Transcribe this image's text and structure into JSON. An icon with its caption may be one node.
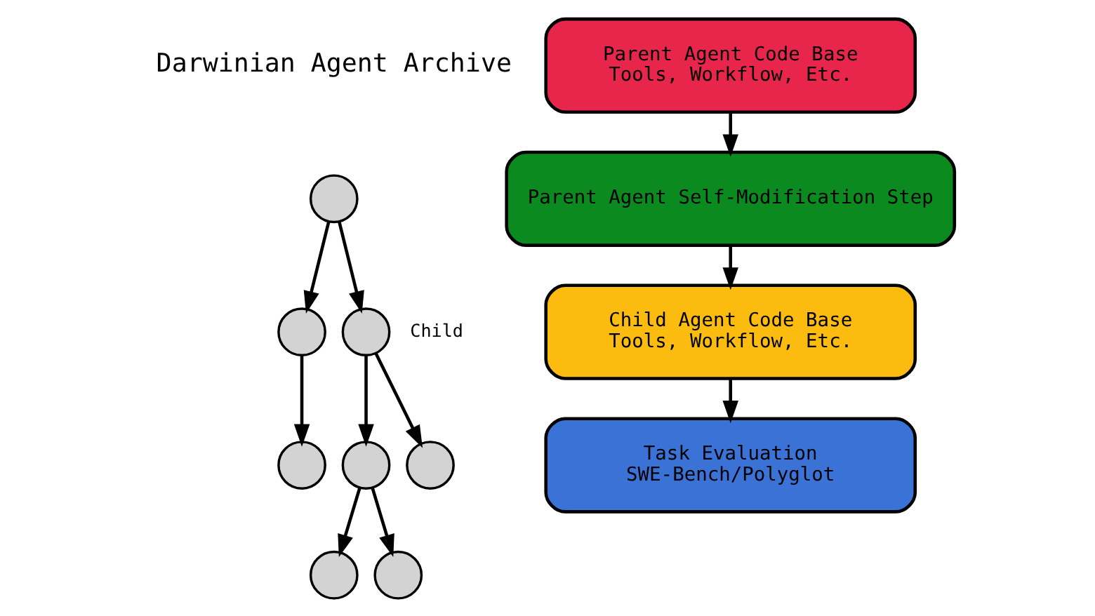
{
  "diagram": {
    "nodes": [
      {
        "text": [],
        "shape": "circle"
      },
      {
        "text": [],
        "shape": "circle"
      },
      {
        "text": [],
        "shape": "circle",
        "beside": [
          "Child"
        ]
      },
      {
        "text": [],
        "shape": "circle"
      },
      {
        "text": [],
        "shape": "circle"
      },
      {
        "text": [],
        "shape": "circle"
      },
      {
        "text": [],
        "shape": "circle"
      },
      {
        "text": [],
        "shape": "circle"
      },
      {
        "text": [
          "Parent Agent Code Base",
          "Tools, Workflow, Etc."
        ]
      },
      {
        "text": [
          "Parent Agent Self-Modification Step"
        ]
      },
      {
        "text": [
          "Child Agent Code Base",
          "Tools, Workflow, Etc."
        ]
      },
      {
        "text": [
          "Task Evaluation",
          "SWE-Bench/Polyglot"
        ]
      }
    ],
    "edges": [
      {
        "from": 0,
        "to": 1,
        "arrow": "to"
      },
      {
        "from": 0,
        "to": 2,
        "arrow": "to"
      },
      {
        "from": 1,
        "to": 3,
        "arrow": "to"
      },
      {
        "from": 2,
        "to": 4,
        "arrow": "to"
      },
      {
        "from": 2,
        "to": 5,
        "arrow": "to"
      },
      {
        "from": 4,
        "to": 6,
        "arrow": "to"
      },
      {
        "from": 4,
        "to": 7,
        "arrow": "to"
      },
      {
        "from": 8,
        "to": 9,
        "arrow": "to"
      },
      {
        "from": 9,
        "to": 10,
        "arrow": "to"
      },
      {
        "from": 10,
        "to": 11,
        "arrow": "to"
      }
    ],
    "labels": [
      "Darwinian Agent Archive"
    ]
  }
}
